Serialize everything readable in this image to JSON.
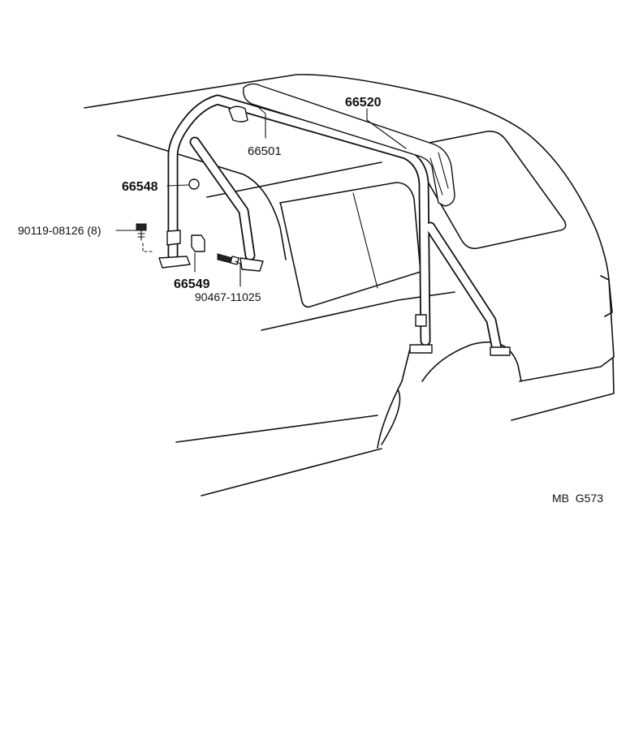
{
  "callouts": {
    "part_66520": "66520",
    "part_66501": "66501",
    "part_66548": "66548",
    "part_90119": "90119-08126 (8)",
    "part_66549": "66549",
    "part_90467": "90467-11025"
  },
  "figure_code": "MB  G573"
}
